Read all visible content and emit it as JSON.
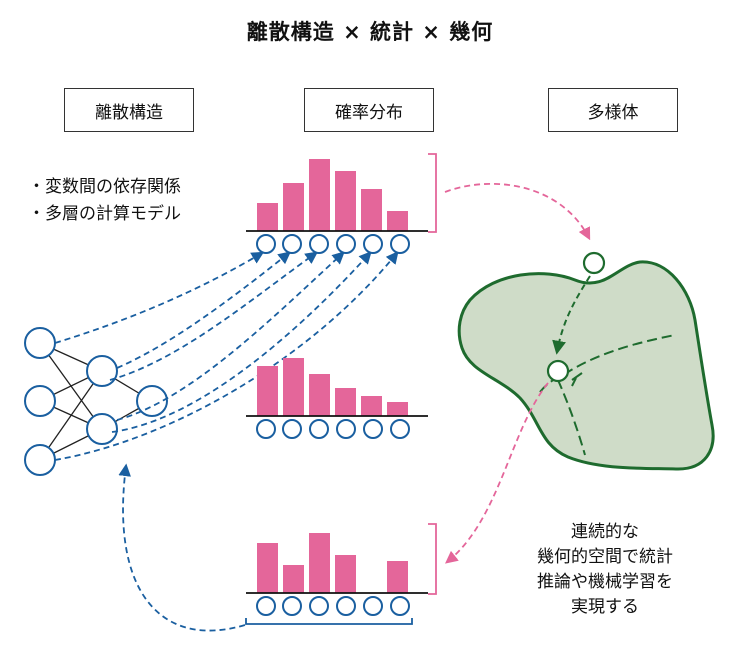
{
  "title": "離散構造 × 統計 × 幾何",
  "columns": {
    "discrete": "離散構造",
    "probability": "確率分布",
    "manifold": "多様体"
  },
  "bullets": [
    "・変数間の依存関係",
    "・多層の計算モデル"
  ],
  "caption_lines": [
    "連続的な",
    "幾何的空間で統計",
    "推論や機械学習を",
    "実現する"
  ],
  "histograms": [
    {
      "values": [
        28,
        48,
        72,
        60,
        42,
        20
      ]
    },
    {
      "values": [
        50,
        58,
        42,
        28,
        20,
        14
      ]
    },
    {
      "values": [
        50,
        28,
        60,
        38,
        0,
        32
      ]
    }
  ],
  "colors": {
    "bar": "#e4669a",
    "node": "#1a5fa0",
    "arrow_blue": "#1a5fa0",
    "arrow_pink": "#e4669a",
    "manifold_fill": "#cfdcc8",
    "manifold_stroke": "#1e6b2e",
    "network": "#222222"
  }
}
